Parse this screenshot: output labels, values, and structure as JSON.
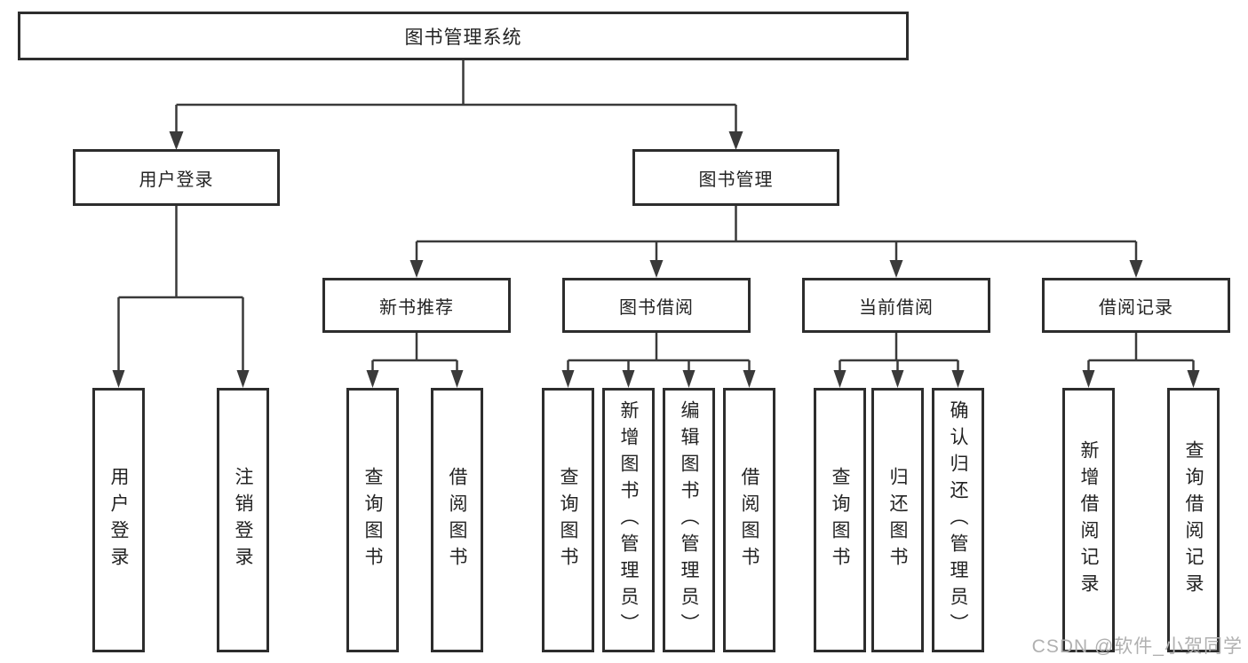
{
  "diagram": {
    "title": "图书管理系统",
    "branches": {
      "user_login": {
        "label": "用户登录",
        "children": [
          "用户登录",
          "注销登录"
        ]
      },
      "book_management": {
        "label": "图书管理",
        "sections": {
          "new_books": {
            "label": "新书推荐",
            "children": [
              "查询图书",
              "借阅图书"
            ]
          },
          "borrowing": {
            "label": "图书借阅",
            "children": [
              "查询图书",
              "新增图书（管理员）",
              "编辑图书（管理员）",
              "借阅图书"
            ]
          },
          "current": {
            "label": "当前借阅",
            "children": [
              "查询图书",
              "归还图书",
              "确认归还（管理员）"
            ]
          },
          "records": {
            "label": "借阅记录",
            "children": [
              "新增借阅记录",
              "查询借阅记录"
            ]
          }
        }
      }
    }
  },
  "colors": {
    "background": "#ffffff",
    "box_border": "#2d2d2d",
    "connector_line": "#3a3a3a",
    "text": "#232323",
    "watermark": "#b0b0b0"
  },
  "watermark": "CSDN @软件_小贺同学"
}
